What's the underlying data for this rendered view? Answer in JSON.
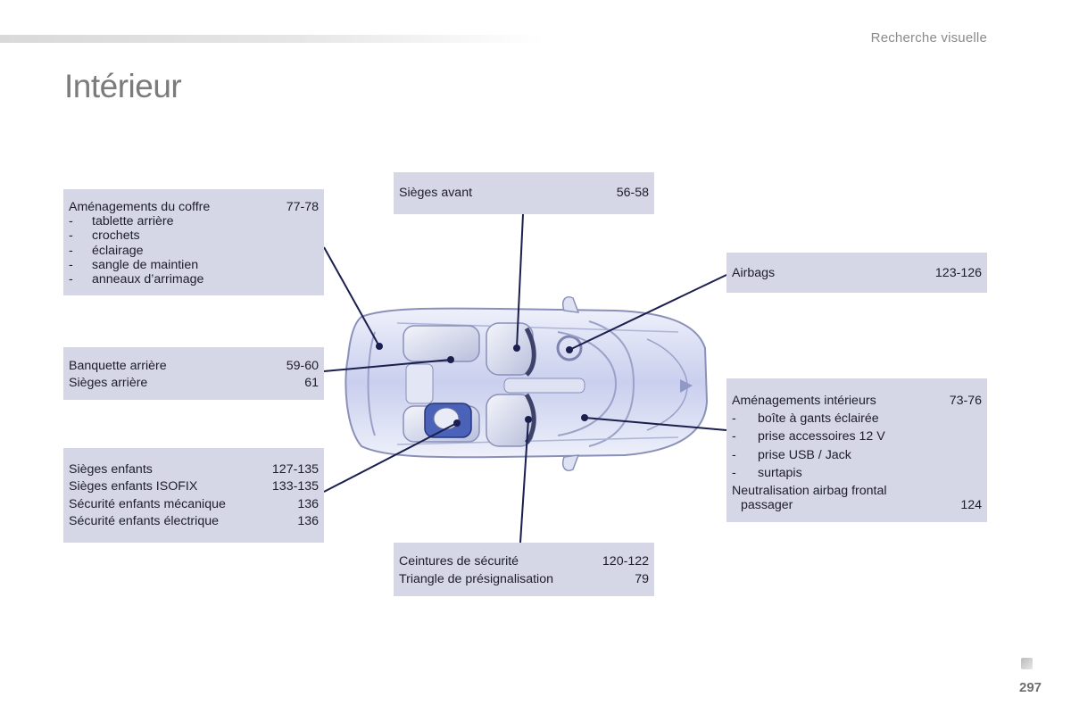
{
  "header": {
    "section": "Recherche visuelle"
  },
  "page": {
    "title": "Intérieur",
    "number": "297"
  },
  "callouts": {
    "coffre": {
      "title": "Aménagements du coffre",
      "pages": "77-78",
      "items": [
        "tablette arrière",
        "crochets",
        "éclairage",
        "sangle de maintien",
        "anneaux d’arrimage"
      ]
    },
    "sieges_avant": {
      "title": "Sièges avant",
      "pages": "56-58"
    },
    "airbags": {
      "title": "Airbags",
      "pages": "123-126"
    },
    "banquette": [
      {
        "label": "Banquette arrière",
        "pages": "59-60"
      },
      {
        "label": "Sièges arrière",
        "pages": "61"
      }
    ],
    "enfants": [
      {
        "label": "Sièges enfants",
        "pages": "127-135"
      },
      {
        "label": "Sièges enfants ISOFIX",
        "pages": "133-135"
      },
      {
        "label": "Sécurité enfants mécanique",
        "pages": "136"
      },
      {
        "label": "Sécurité enfants électrique",
        "pages": "136"
      }
    ],
    "interieurs": {
      "title": "Aménagements intérieurs",
      "pages": "73-76",
      "items": [
        "boîte à gants éclairée",
        "prise accessoires 12 V",
        "prise USB / Jack",
        "surtapis"
      ],
      "extra_title": "Neutralisation airbag frontal",
      "extra_title2": "passager",
      "extra_pages": "124"
    },
    "ceintures": [
      {
        "label": "Ceintures de sécurité",
        "pages": "120-122"
      },
      {
        "label": "Triangle de présignalisation",
        "pages": "79"
      }
    ]
  },
  "dash": "-",
  "colors": {
    "box_bg": "#d5d6e6",
    "leader_line": "#1a1f4e",
    "title_gray": "#7b7b7b"
  }
}
